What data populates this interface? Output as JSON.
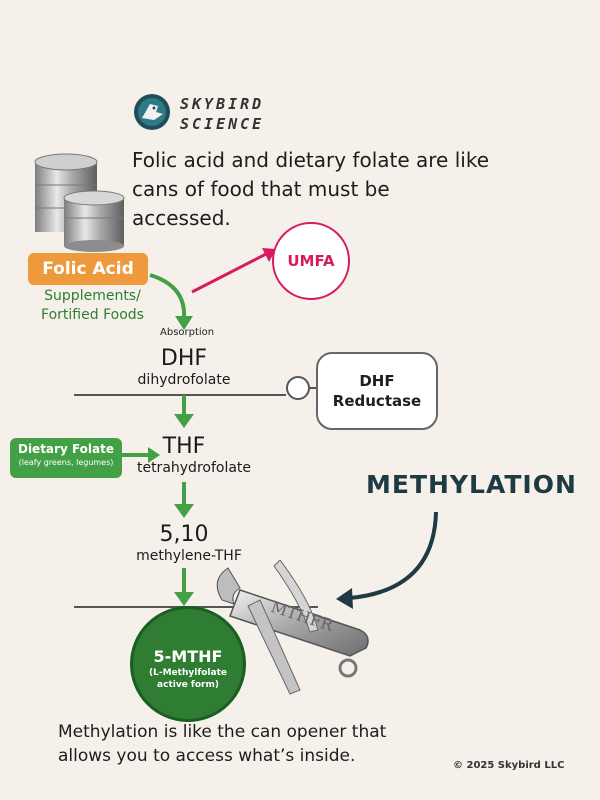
{
  "brand": {
    "line1": "SKYBIRD",
    "line2": "SCIENCE"
  },
  "headline": "Folic acid and dietary folate are like cans of food that must be accessed.",
  "folic_acid": {
    "label": "Folic Acid",
    "sources": "Supplements/ Fortified Foods"
  },
  "umfa": "UMFA",
  "absorption": "Absorption",
  "dhf": {
    "name": "DHF",
    "full": "dihydrofolate"
  },
  "dhf_reductase": {
    "line1": "DHF",
    "line2": "Reductase"
  },
  "dietary_folate": {
    "label": "Dietary Folate",
    "sub": "(leafy greens, legumes)"
  },
  "thf": {
    "name": "THF",
    "full": "tetrahydrofolate"
  },
  "methylene_thf": {
    "name": "5,10",
    "full": "methylene-THF"
  },
  "methylation_label": "METHYLATION",
  "can_opener_label": "MTHFR",
  "mthf": {
    "name": "5-MTHF",
    "sub1": "(L-Methylfolate",
    "sub2": "active form)"
  },
  "footer": "Methylation is like the can opener that allows you to access what’s inside.",
  "copyright": "© 2025 Skybird LLC",
  "colors": {
    "green": "#43a047",
    "orange": "#ee9a3c",
    "magenta": "#d81b60",
    "navy": "#1e3a44"
  }
}
